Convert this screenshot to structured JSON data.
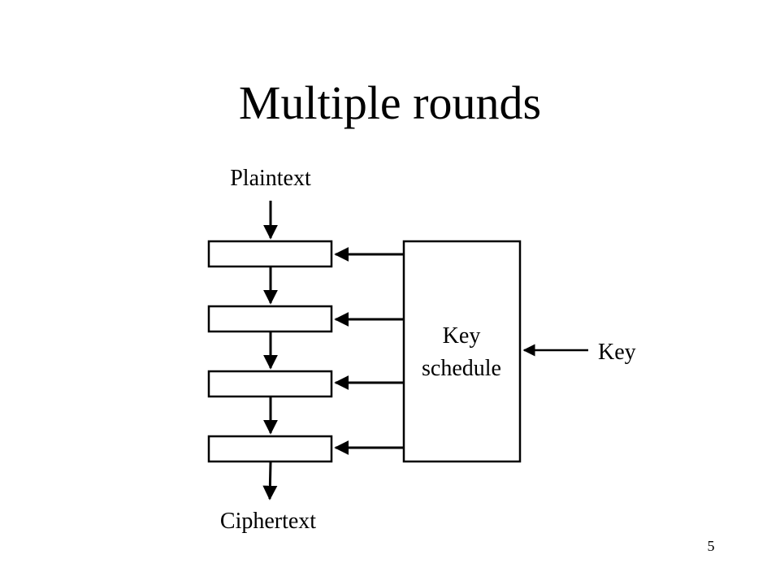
{
  "slide": {
    "title": "Multiple rounds",
    "page_number": "5"
  },
  "diagram": {
    "input_label": "Plaintext",
    "output_label": "Ciphertext",
    "key_schedule_label_line1": "Key",
    "key_schedule_label_line2": "schedule",
    "key_label": "Key",
    "round_count": 4,
    "colors": {
      "stroke": "#000000",
      "fill": "#ffffff",
      "text": "#000000"
    }
  }
}
